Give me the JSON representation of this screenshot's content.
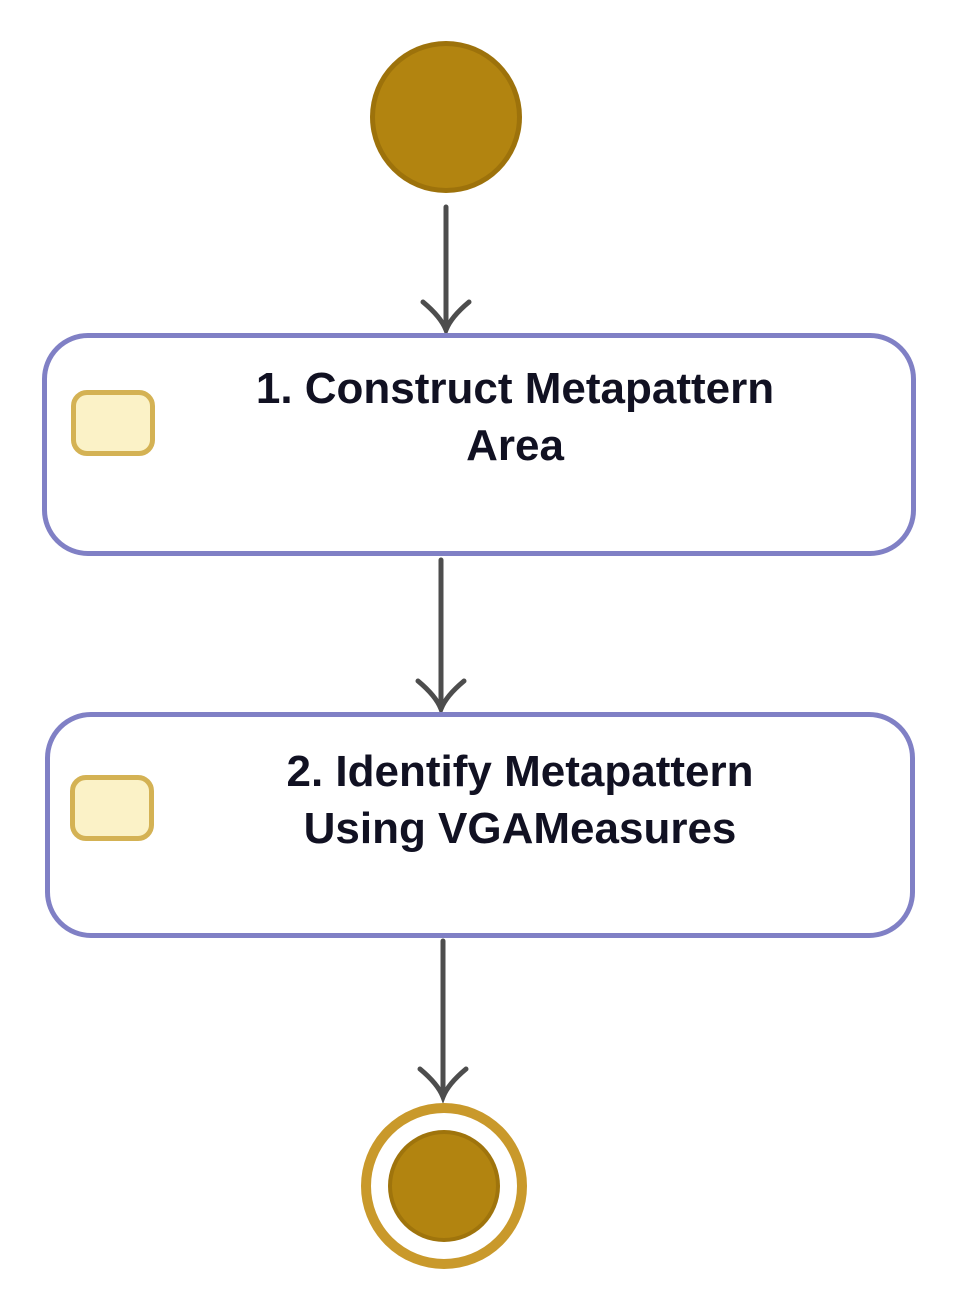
{
  "diagram": {
    "type": "uml-activity-diagram",
    "colors": {
      "gold": "#B28410",
      "gold-ring": "#C9992B",
      "node-border": "#8080C5",
      "icon-fill": "#FBF2C7",
      "icon-border": "#D4B254",
      "arrow": "#4d4d4d",
      "text": "#111122",
      "background": "#ffffff"
    },
    "nodes": {
      "start": {
        "icon": "initial-node-filled-circle"
      },
      "end": {
        "icon": "final-node-ringed-circle"
      }
    },
    "activities": [
      {
        "line1": "1. Construct Metapattern",
        "line2": "Area",
        "icon": "rounded-rectangle-icon"
      },
      {
        "line1": "2. Identify Metapattern",
        "line2": "Using VGAMeasures",
        "icon": "rounded-rectangle-icon"
      }
    ]
  }
}
